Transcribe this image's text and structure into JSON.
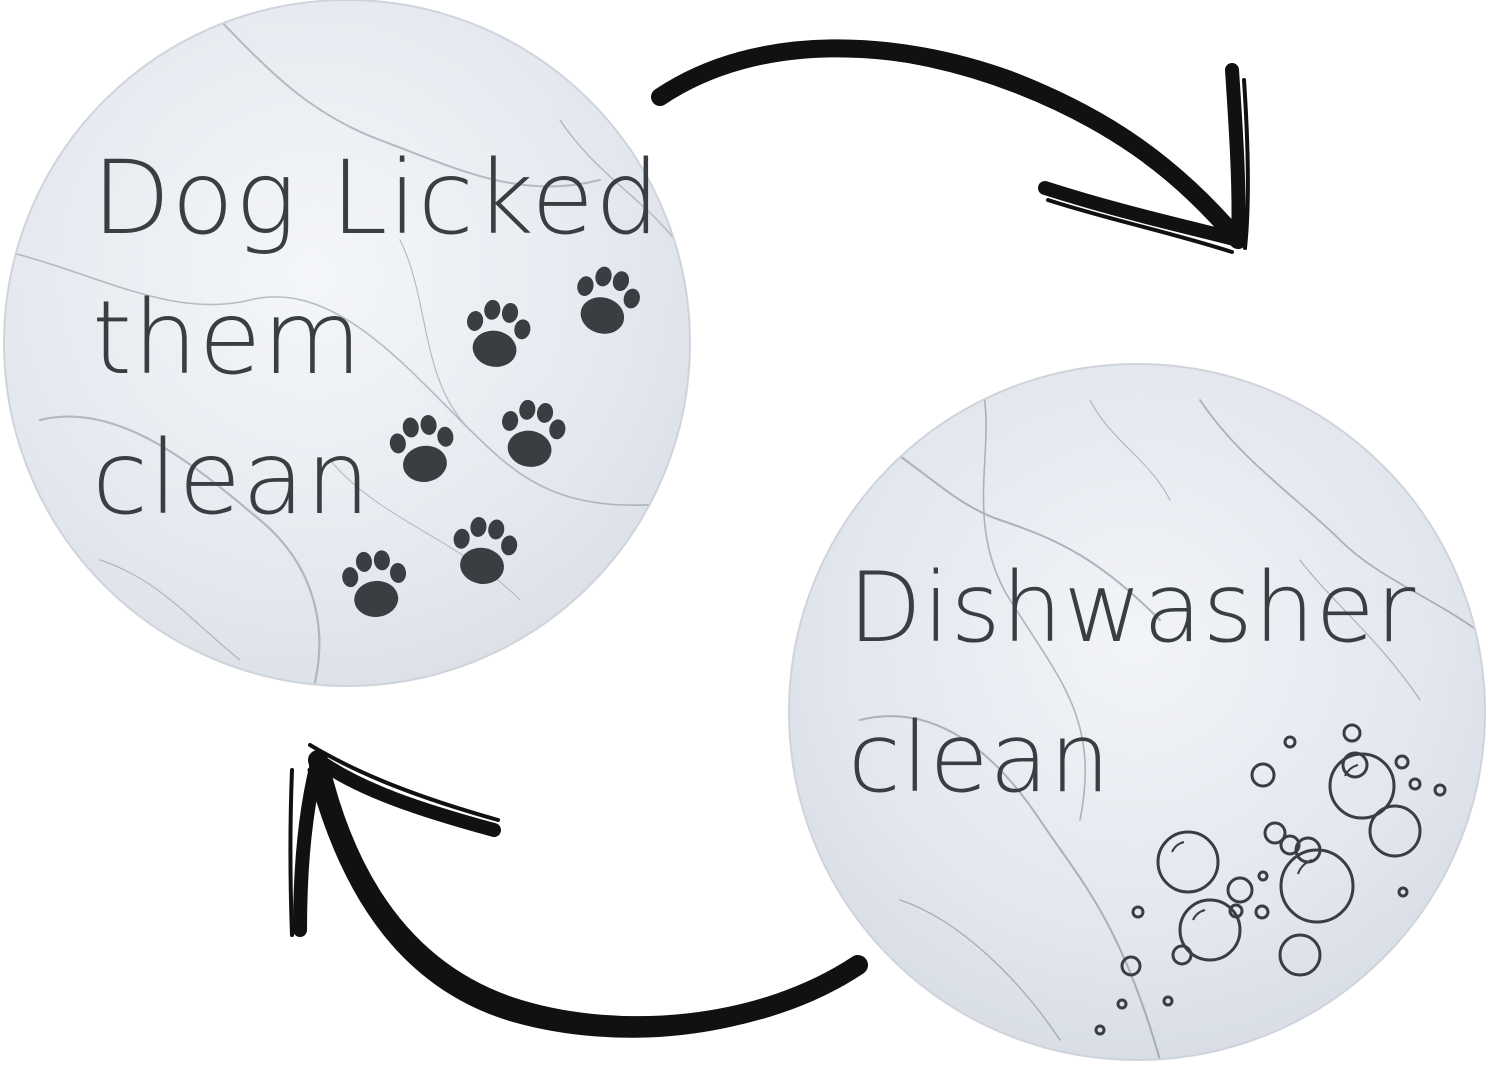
{
  "magnets": {
    "dirty": {
      "lines": [
        "Dog Licked",
        "them",
        "clean"
      ],
      "decoration_icon": "paw-prints-icon"
    },
    "clean": {
      "lines": [
        "Dishwasher",
        "clean"
      ],
      "decoration_icon": "bubbles-icon"
    }
  },
  "arrows": {
    "top_icon": "curved-arrow-clockwise-icon",
    "bottom_icon": "curved-arrow-up-icon"
  },
  "colors": {
    "text": "#3a3d42",
    "marble": "#e8ecf2",
    "vein": "#8a8f96",
    "arrow": "#111111",
    "background": "#ffffff"
  }
}
